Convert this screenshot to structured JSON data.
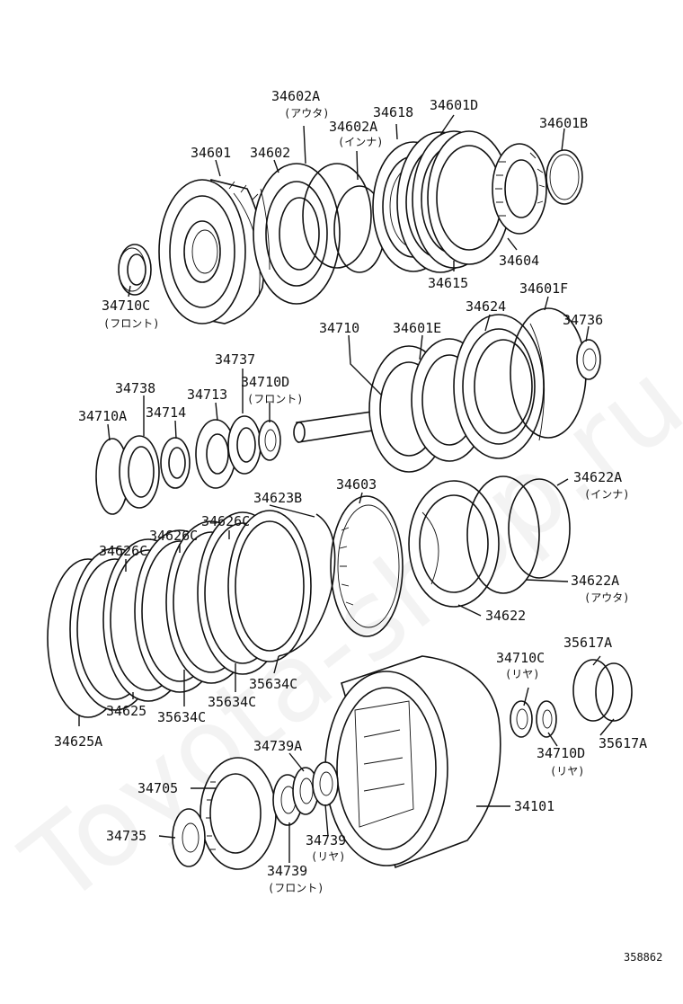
{
  "diagram_id": "358862",
  "watermark": "Toyota-shop.ru",
  "parts": [
    {
      "id": "34602A_outer",
      "code": "34602A",
      "note": "(アウタ)"
    },
    {
      "id": "34618",
      "code": "34618",
      "note": ""
    },
    {
      "id": "34601D",
      "code": "34601D",
      "note": ""
    },
    {
      "id": "34602A_inner",
      "code": "34602A",
      "note": "(インナ)"
    },
    {
      "id": "34601B",
      "code": "34601B",
      "note": ""
    },
    {
      "id": "34601",
      "code": "34601",
      "note": ""
    },
    {
      "id": "34602",
      "code": "34602",
      "note": ""
    },
    {
      "id": "34604",
      "code": "34604",
      "note": ""
    },
    {
      "id": "34710C_front",
      "code": "34710C",
      "note": "(フロント)"
    },
    {
      "id": "34615",
      "code": "34615",
      "note": ""
    },
    {
      "id": "34601F",
      "code": "34601F",
      "note": ""
    },
    {
      "id": "34624",
      "code": "34624",
      "note": ""
    },
    {
      "id": "34736",
      "code": "34736",
      "note": ""
    },
    {
      "id": "34710",
      "code": "34710",
      "note": ""
    },
    {
      "id": "34601E",
      "code": "34601E",
      "note": ""
    },
    {
      "id": "34737",
      "code": "34737",
      "note": ""
    },
    {
      "id": "34738",
      "code": "34738",
      "note": ""
    },
    {
      "id": "34713",
      "code": "34713",
      "note": ""
    },
    {
      "id": "34710D_front",
      "code": "34710D",
      "note": "(フロント)"
    },
    {
      "id": "34710A",
      "code": "34710A",
      "note": ""
    },
    {
      "id": "34714",
      "code": "34714",
      "note": ""
    },
    {
      "id": "34623B",
      "code": "34623B",
      "note": ""
    },
    {
      "id": "34603",
      "code": "34603",
      "note": ""
    },
    {
      "id": "34622A_inner",
      "code": "34622A",
      "note": "(インナ)"
    },
    {
      "id": "34626C_a",
      "code": "34626C",
      "note": ""
    },
    {
      "id": "34626C_b",
      "code": "34626C",
      "note": ""
    },
    {
      "id": "34626C_c",
      "code": "34626C",
      "note": ""
    },
    {
      "id": "34622A_outer",
      "code": "34622A",
      "note": "(アウタ)"
    },
    {
      "id": "34622",
      "code": "34622",
      "note": ""
    },
    {
      "id": "34625",
      "code": "34625",
      "note": ""
    },
    {
      "id": "35634C_a",
      "code": "35634C",
      "note": ""
    },
    {
      "id": "35634C_b",
      "code": "35634C",
      "note": ""
    },
    {
      "id": "35634C_c",
      "code": "35634C",
      "note": ""
    },
    {
      "id": "34625A",
      "code": "34625A",
      "note": ""
    },
    {
      "id": "34710C_rear",
      "code": "34710C",
      "note": "(リヤ)"
    },
    {
      "id": "35617A_a",
      "code": "35617A",
      "note": ""
    },
    {
      "id": "35617A_b",
      "code": "35617A",
      "note": ""
    },
    {
      "id": "34710D_rear",
      "code": "34710D",
      "note": "(リヤ)"
    },
    {
      "id": "34739A",
      "code": "34739A",
      "note": ""
    },
    {
      "id": "34705",
      "code": "34705",
      "note": ""
    },
    {
      "id": "34101",
      "code": "34101",
      "note": ""
    },
    {
      "id": "34735",
      "code": "34735",
      "note": ""
    },
    {
      "id": "34739_rear",
      "code": "34739",
      "note": "(リヤ)"
    },
    {
      "id": "34739_front",
      "code": "34739",
      "note": "(フロント)"
    }
  ]
}
